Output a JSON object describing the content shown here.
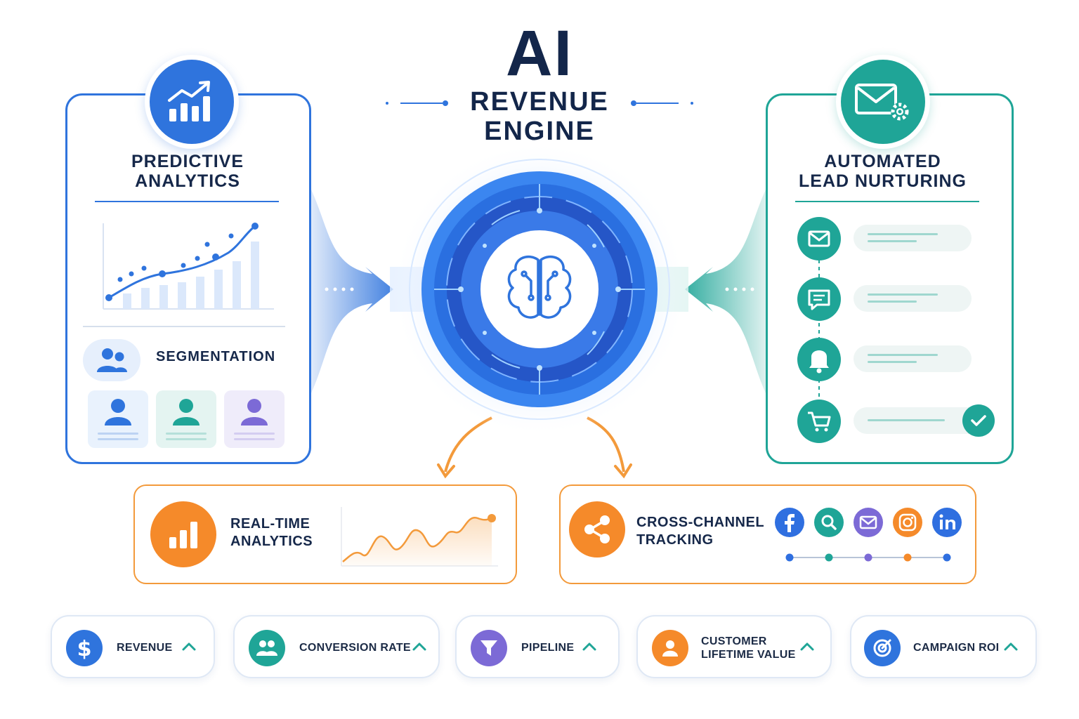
{
  "title": {
    "main": "AI",
    "line1": "REVENUE",
    "line2": "ENGINE"
  },
  "predictive": {
    "title_line1": "PREDICTIVE",
    "title_line2": "ANALYTICS",
    "segmentation_label": "SEGMENTATION",
    "color": "#2f74dd"
  },
  "nurturing": {
    "title_line1": "AUTOMATED",
    "title_line2": "LEAD NURTURING",
    "steps": [
      "mail-icon",
      "chat-icon",
      "bell-icon",
      "cart-icon"
    ],
    "color": "#1fa597"
  },
  "core": {
    "icon": "brain-circuit-icon"
  },
  "realtime": {
    "label_line1": "REAL-TIME",
    "label_line2": "ANALYTICS",
    "color": "#f39a3b"
  },
  "crosschannel": {
    "label_line1": "CROSS-CHANNEL",
    "label_line2": "TRACKING",
    "channels": [
      {
        "icon": "facebook-icon",
        "color": "#2f6fe0"
      },
      {
        "icon": "search-icon",
        "color": "#1fa597"
      },
      {
        "icon": "mail-icon",
        "color": "#7c6ad6"
      },
      {
        "icon": "instagram-icon",
        "color": "#f58a2a"
      },
      {
        "icon": "linkedin-icon",
        "color": "#2f6fe0"
      }
    ]
  },
  "kpis": [
    {
      "label": "REVENUE",
      "icon": "dollar-icon",
      "color": "#2f74dd"
    },
    {
      "label": "CONVERSION RATE",
      "icon": "users-icon",
      "color": "#1fa597"
    },
    {
      "label": "PIPELINE",
      "icon": "funnel-icon",
      "color": "#7c6ad6"
    },
    {
      "label_line1": "CUSTOMER",
      "label_line2": "LIFETIME VALUE",
      "icon": "person-icon",
      "color": "#f58a2a"
    },
    {
      "label": "CAMPAIGN ROI",
      "icon": "target-icon",
      "color": "#2f74dd"
    }
  ]
}
